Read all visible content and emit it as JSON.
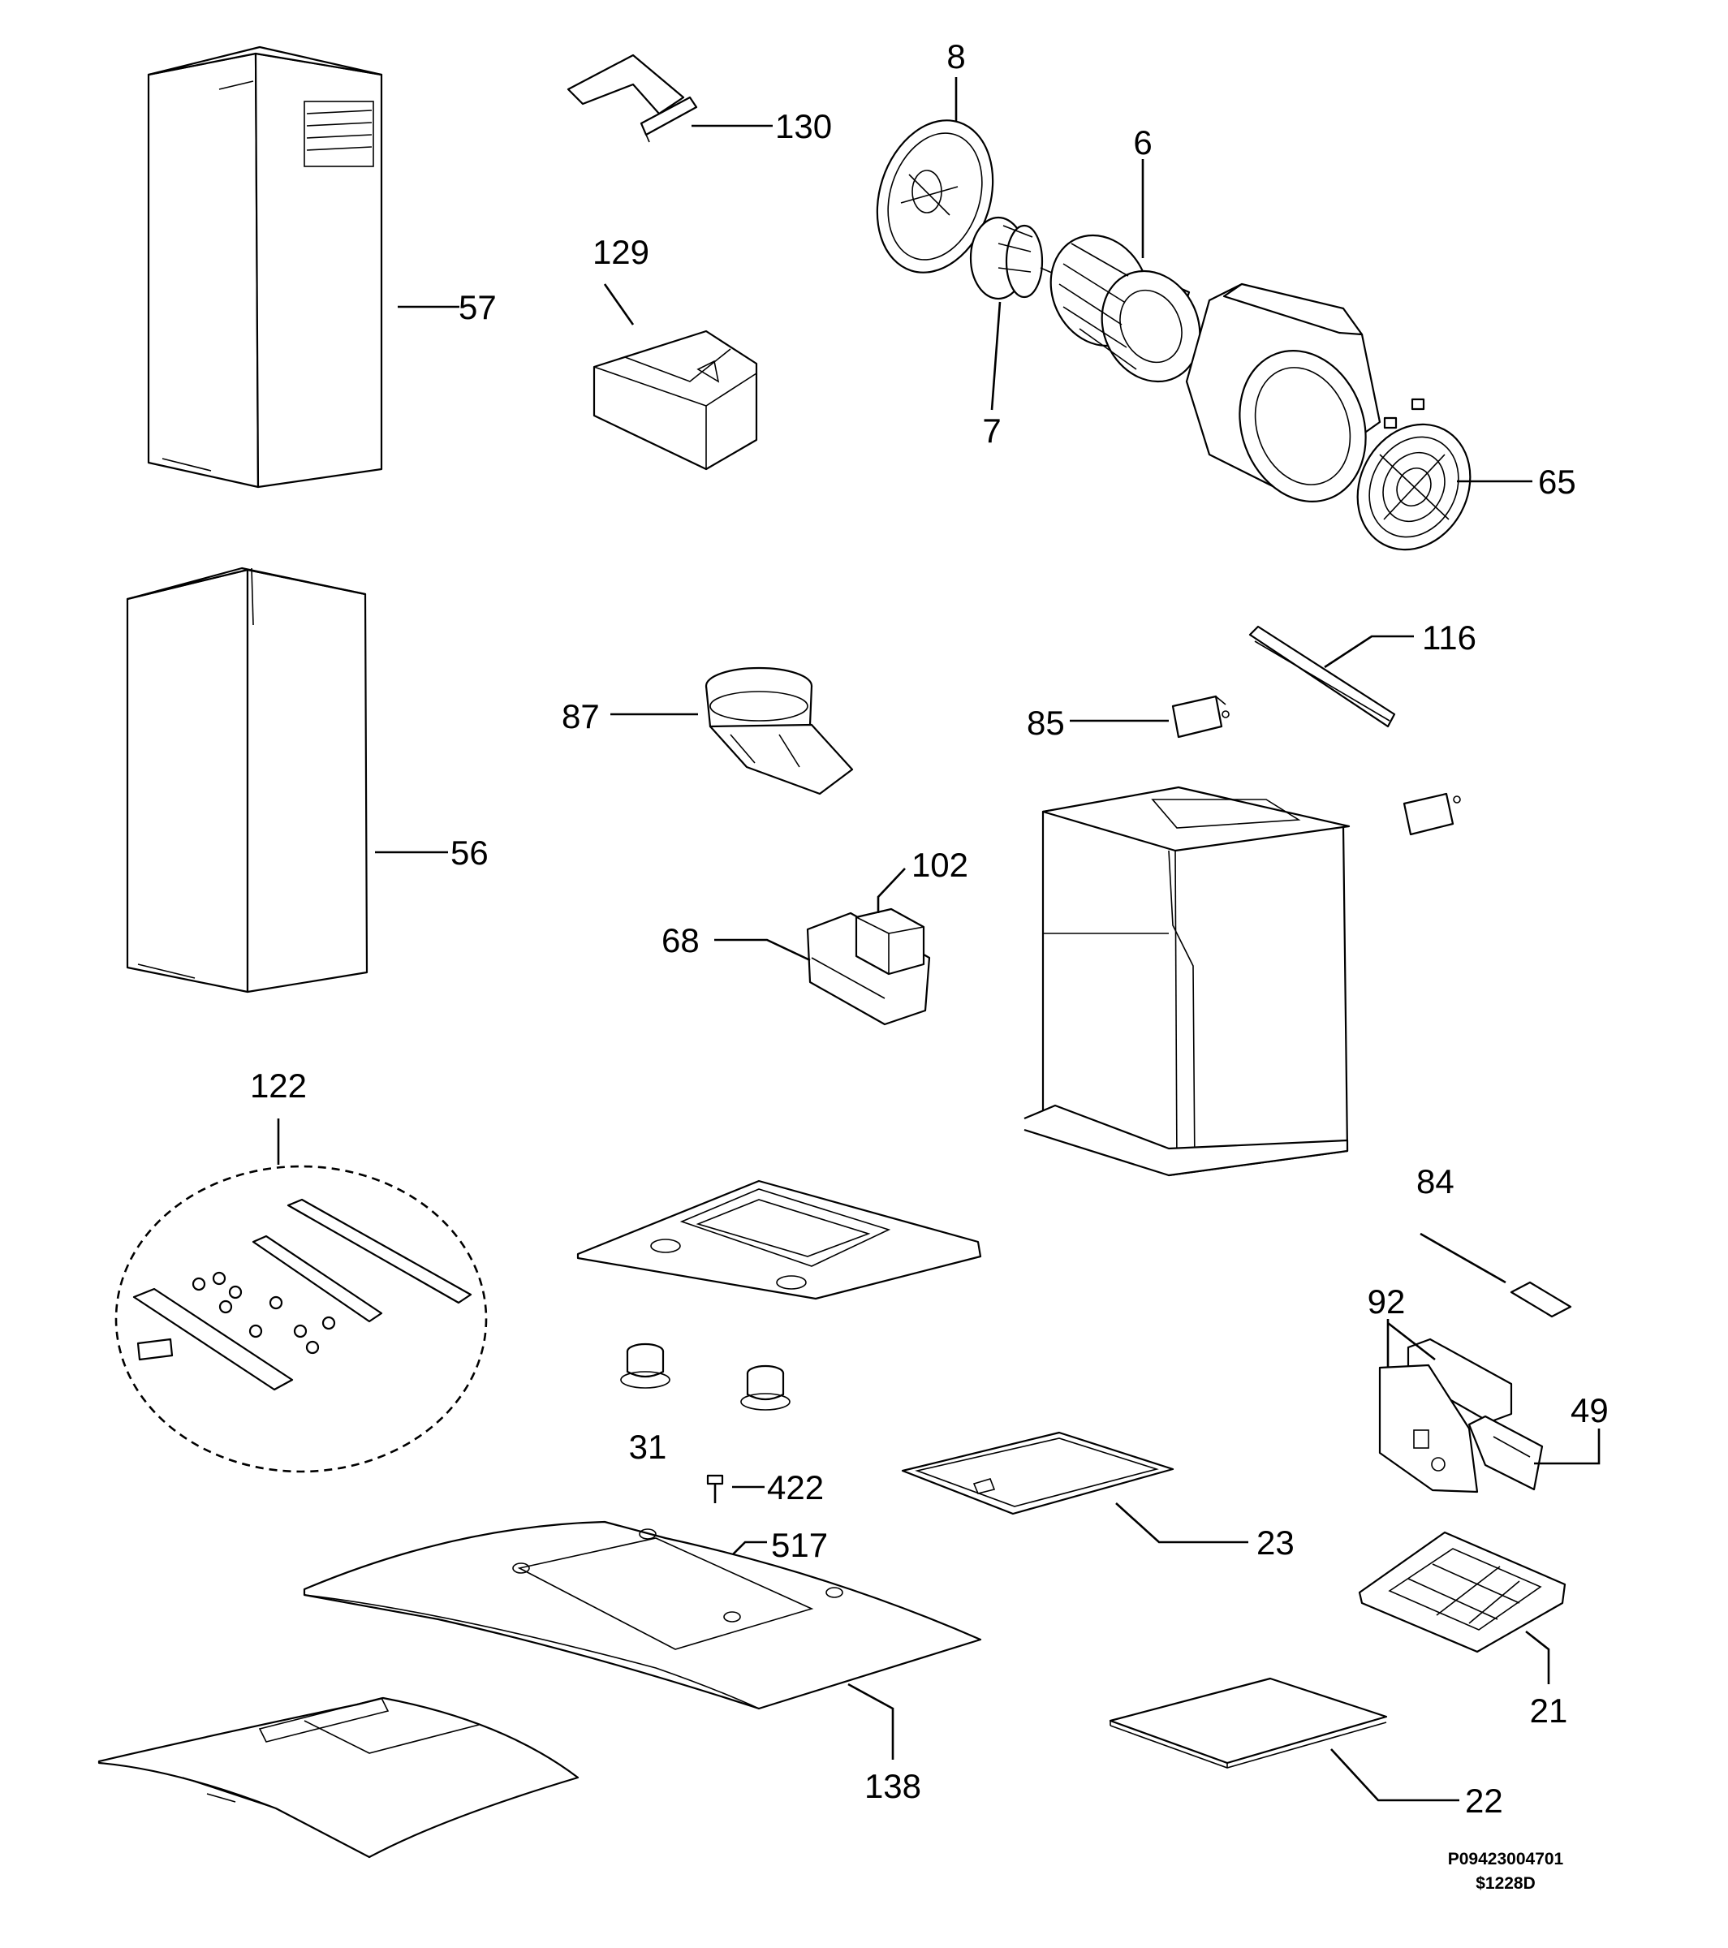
{
  "labels": {
    "p8": "8",
    "p130": "130",
    "p6": "6",
    "p57": "57",
    "p129": "129",
    "p7": "7",
    "p65": "65",
    "p116": "116",
    "p87": "87",
    "p85": "85",
    "p56": "56",
    "p102": "102",
    "p68": "68",
    "p122": "122",
    "p84": "84",
    "p92": "92",
    "p49": "49",
    "p31": "31",
    "p422": "422",
    "p517": "517",
    "p23": "23",
    "p21": "21",
    "p138": "138",
    "p22": "22"
  },
  "footer": {
    "code_line1": "P09423004701",
    "code_line2": "$1228D"
  }
}
